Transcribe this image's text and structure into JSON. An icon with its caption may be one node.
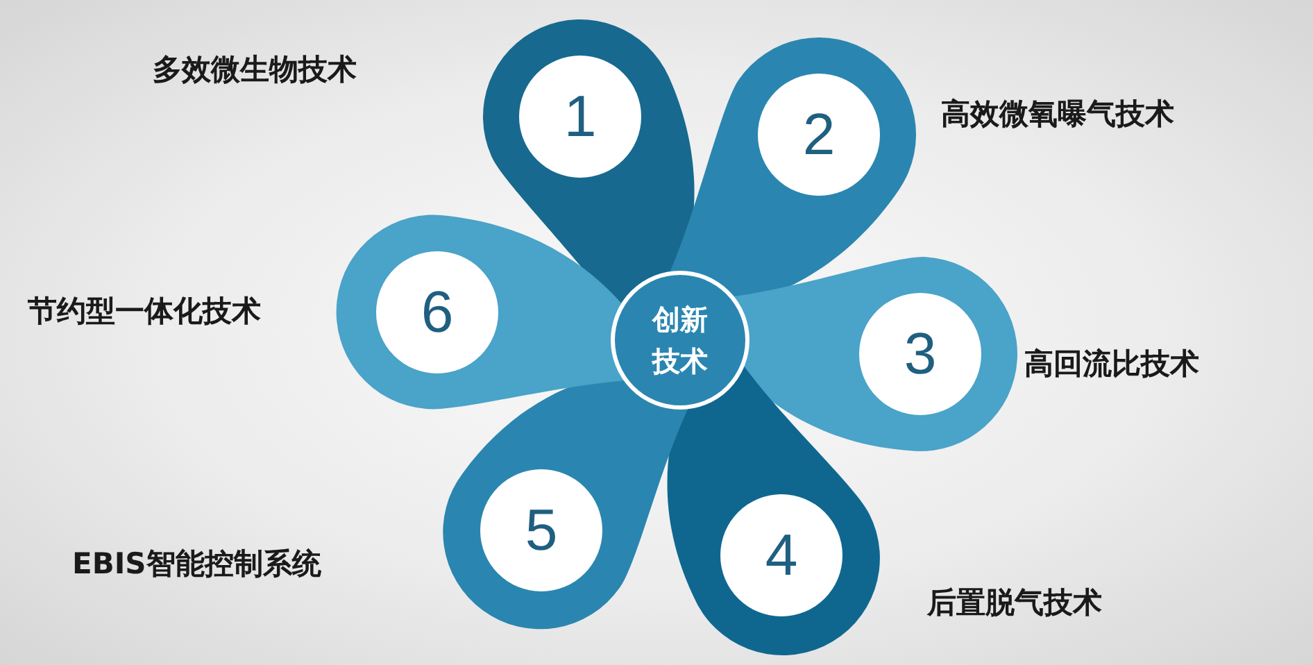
{
  "diagram": {
    "nodes": [
      {
        "text": [
          "创新技术"
        ]
      },
      {
        "text": [
          "1"
        ]
      },
      {
        "text": [
          "2"
        ]
      },
      {
        "text": [
          "3"
        ]
      },
      {
        "text": [
          "4"
        ]
      },
      {
        "text": [
          "5"
        ]
      },
      {
        "text": [
          "6"
        ]
      }
    ],
    "labels": [
      "多效微生物技术",
      "高效微氧曝气技术",
      "节约型一体化技术",
      "高回流比技术",
      "EBIS智能控制系统",
      "后置脱气技术"
    ]
  }
}
